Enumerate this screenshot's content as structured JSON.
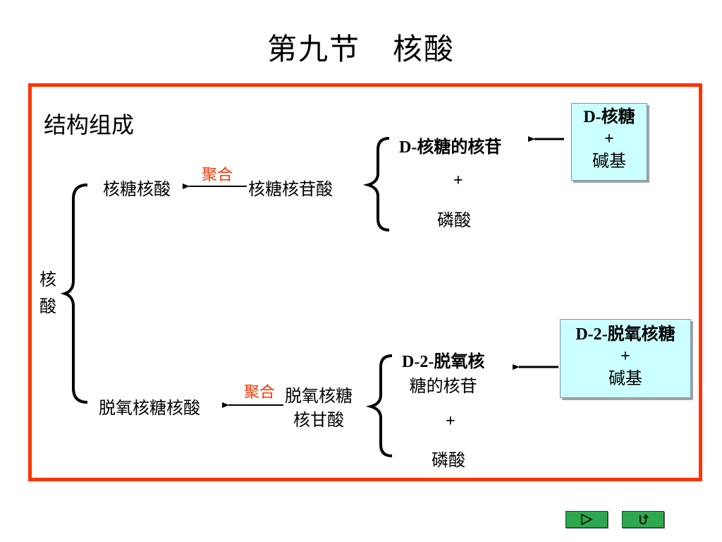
{
  "title": "第九节   核酸",
  "section_heading": "结构组成",
  "root": [
    "核",
    "酸"
  ],
  "rna": {
    "product": "核糖核酸",
    "reaction": "聚合",
    "monomer": "核糖核苷酸",
    "nucleoside": "D-核糖的核苷",
    "plus": "+",
    "phosphate": "磷酸",
    "source_box": [
      "D-核糖",
      "+",
      "碱基"
    ]
  },
  "dna": {
    "product": "脱氧核糖核酸",
    "reaction": "聚合",
    "monomer": [
      "脱氧核糖",
      "核甘酸"
    ],
    "nucleoside": [
      "D-2-脱氧核",
      "糖的核苷"
    ],
    "plus": "+",
    "phosphate": "磷酸",
    "source_box": [
      "D-2-脱氧核糖",
      "+",
      "碱基"
    ]
  },
  "nav": {
    "next_icon": "play-triangle-icon",
    "return_icon": "return-arrow-icon"
  },
  "colors": {
    "frame": "#ff3300",
    "reaction_label": "#ff3300",
    "box_fill": "#ccffff",
    "nav_button": "#2ea84e"
  }
}
